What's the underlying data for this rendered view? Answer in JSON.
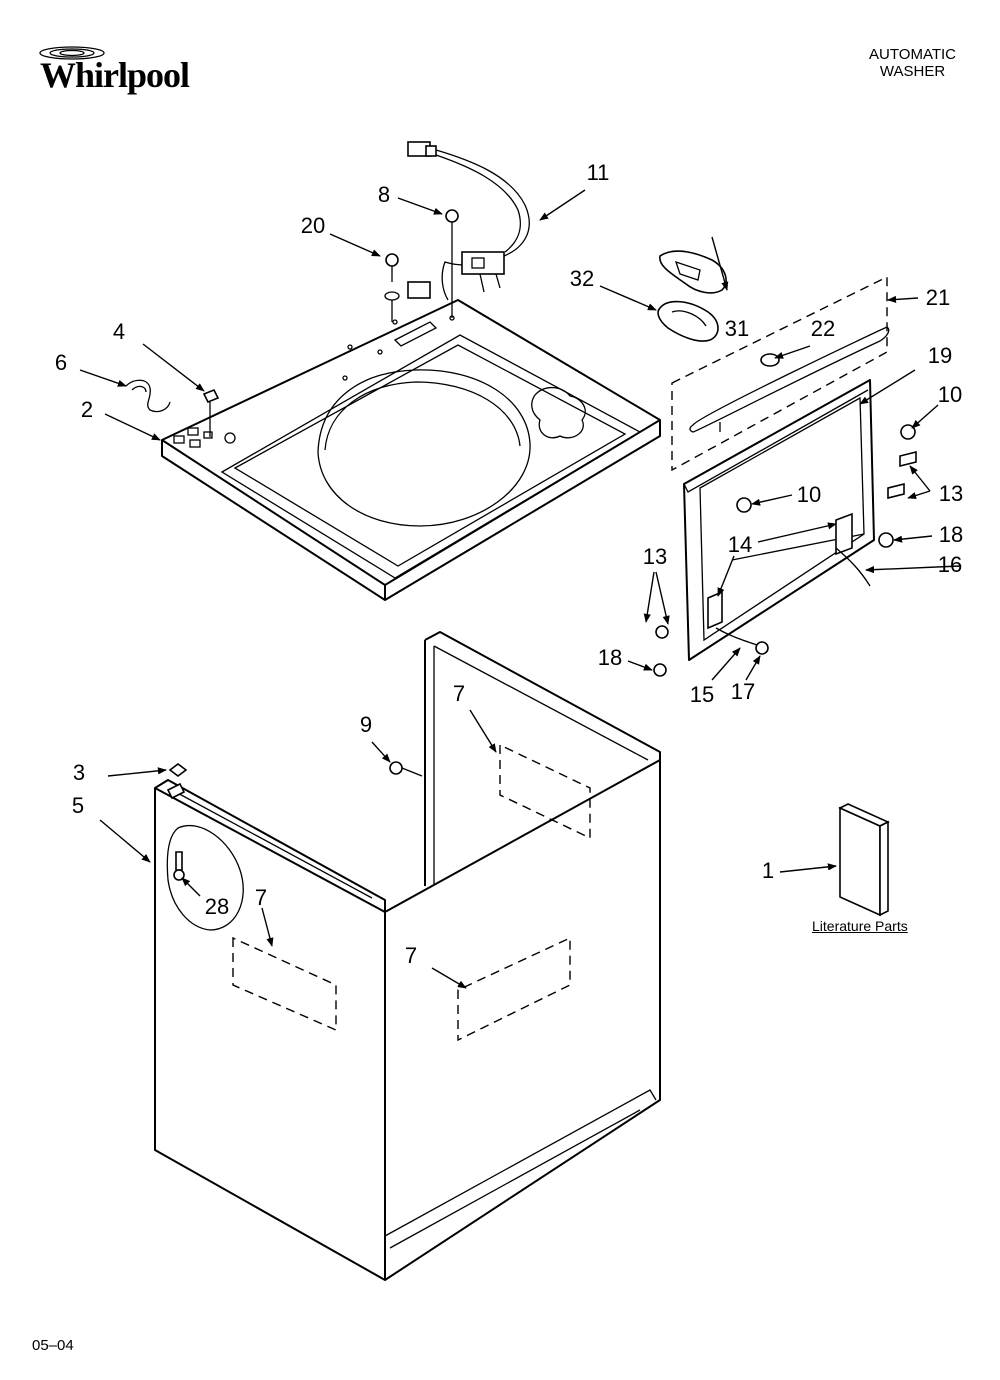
{
  "header": {
    "brand": "Whirlpool",
    "title_line1": "AUTOMATIC",
    "title_line2": "WASHER"
  },
  "footer": {
    "code": "05–04"
  },
  "literature_label": "Literature Parts",
  "callouts": {
    "c1": "1",
    "c2": "2",
    "c3": "3",
    "c4": "4",
    "c5": "5",
    "c6": "6",
    "c7a": "7",
    "c7b": "7",
    "c7c": "7",
    "c8": "8",
    "c9": "9",
    "c10a": "10",
    "c10b": "10",
    "c11": "11",
    "c13a": "13",
    "c13b": "13",
    "c14": "14",
    "c15": "15",
    "c16": "16",
    "c17": "17",
    "c18a": "18",
    "c18b": "18",
    "c19": "19",
    "c20": "20",
    "c21": "21",
    "c22": "22",
    "c28": "28",
    "c31": "31",
    "c32": "32"
  }
}
